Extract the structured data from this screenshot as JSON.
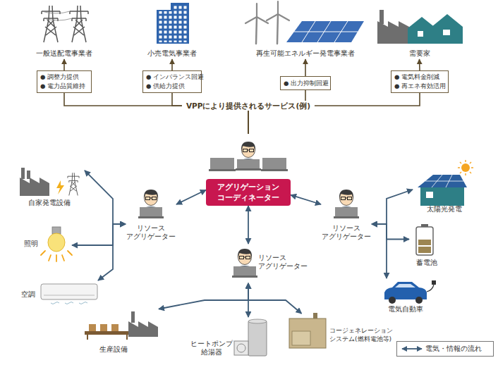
{
  "diagram": {
    "nodes": [
      {
        "text": [
          "一般送配電事業者"
        ]
      },
      {
        "text": [
          "小売電気事業者"
        ]
      },
      {
        "text": [
          "再生可能エネルギー発電事業者"
        ]
      },
      {
        "text": [
          "需要家"
        ]
      },
      {
        "text": [
          "● 調整力提供",
          "● 電力品質維持"
        ]
      },
      {
        "text": [
          "● インバランス回避",
          "● 供給力提供"
        ]
      },
      {
        "text": [
          "● 出力抑制回避"
        ]
      },
      {
        "text": [
          "● 電気料金削減",
          "● 再エネ有効活用"
        ]
      },
      {
        "text": [
          "アグリゲーション コーディネーター"
        ]
      },
      {
        "text": [
          "リソース アグリゲーター"
        ]
      },
      {
        "text": [
          "リソース アグリゲーター"
        ]
      },
      {
        "text": [
          "リソース アグリゲーター"
        ]
      },
      {
        "text": [
          "自家発電設備"
        ]
      },
      {
        "text": [
          "照明"
        ]
      },
      {
        "text": [
          "空調"
        ]
      },
      {
        "text": [
          "太陽光発電"
        ]
      },
      {
        "text": [
          "蓄電池"
        ]
      },
      {
        "text": [
          "電気自動車"
        ]
      },
      {
        "text": [
          "生産設備"
        ]
      },
      {
        "text": [
          "ヒートポンプ 給湯器"
        ]
      },
      {
        "text": [
          "コージェネレーション システム(燃料電池等)"
        ]
      }
    ],
    "edges": [
      {
        "from": 4,
        "to": 0,
        "arrow": "to"
      },
      {
        "from": 5,
        "to": 1,
        "arrow": "to"
      },
      {
        "from": 6,
        "to": 2,
        "arrow": "to"
      },
      {
        "from": 7,
        "to": 3,
        "arrow": "to"
      },
      {
        "from": 8,
        "to": 4,
        "arrow": "none"
      },
      {
        "from": 8,
        "to": 5,
        "arrow": "none"
      },
      {
        "from": 8,
        "to": 6,
        "arrow": "none"
      },
      {
        "from": 8,
        "to": 7,
        "arrow": "none"
      },
      {
        "from": 8,
        "to": 9,
        "arrow": "both"
      },
      {
        "from": 8,
        "to": 10,
        "arrow": "both"
      },
      {
        "from": 8,
        "to": 11,
        "arrow": "both"
      },
      {
        "from": 9,
        "to": 12,
        "arrow": "both"
      },
      {
        "from": 9,
        "to": 13,
        "arrow": "both"
      },
      {
        "from": 9,
        "to": 14,
        "arrow": "both"
      },
      {
        "from": 10,
        "to": 15,
        "arrow": "both"
      },
      {
        "from": 10,
        "to": 16,
        "arrow": "both"
      },
      {
        "from": 10,
        "to": 17,
        "arrow": "both"
      },
      {
        "from": 11,
        "to": 18,
        "arrow": "both"
      },
      {
        "from": 11,
        "to": 19,
        "arrow": "both"
      },
      {
        "from": 11,
        "to": 20,
        "arrow": "both"
      }
    ],
    "labels": [
      "VPPにより提供されるサービス(例)"
    ],
    "legend": [
      {
        "text": "電気・情報の流れ"
      }
    ]
  }
}
